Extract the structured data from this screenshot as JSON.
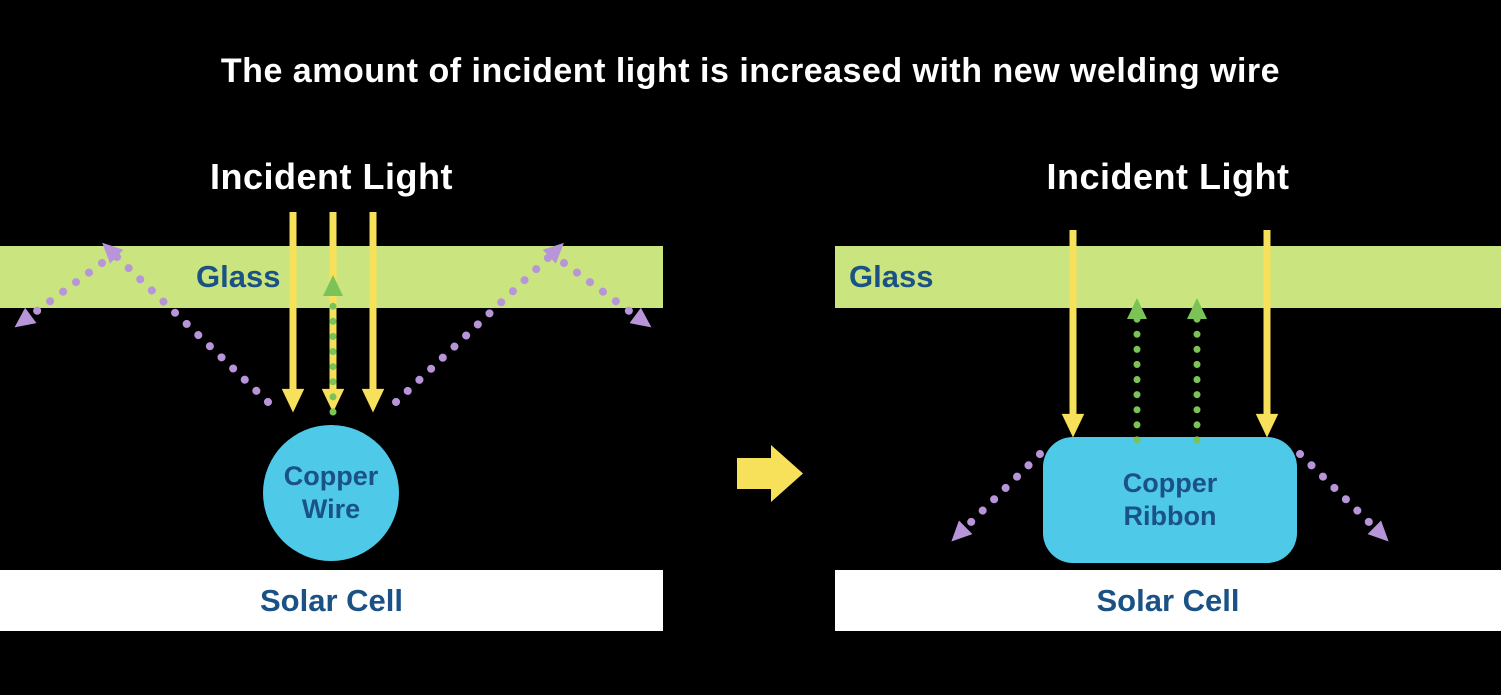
{
  "title": "The amount of incident light is increased with new welding wire",
  "colors": {
    "background": "#000000",
    "text_light": "#ffffff",
    "label_blue": "#1a5286",
    "glass_green": "#cae57f",
    "ray_yellow": "#f8e15a",
    "ray_green": "#7bc356",
    "ray_purple": "#b795d8",
    "copper_cyan": "#4fc9e8",
    "solar_white": "#ffffff"
  },
  "left_panel": {
    "incident_light_label": "Incident Light",
    "glass_label": "Glass",
    "component_label_line1": "Copper",
    "component_label_line2": "Wire",
    "solar_cell_label": "Solar Cell"
  },
  "right_panel": {
    "incident_light_label": "Incident Light",
    "glass_label": "Glass",
    "component_label_line1": "Copper",
    "component_label_line2": "Ribbon",
    "solar_cell_label": "Solar Cell"
  }
}
